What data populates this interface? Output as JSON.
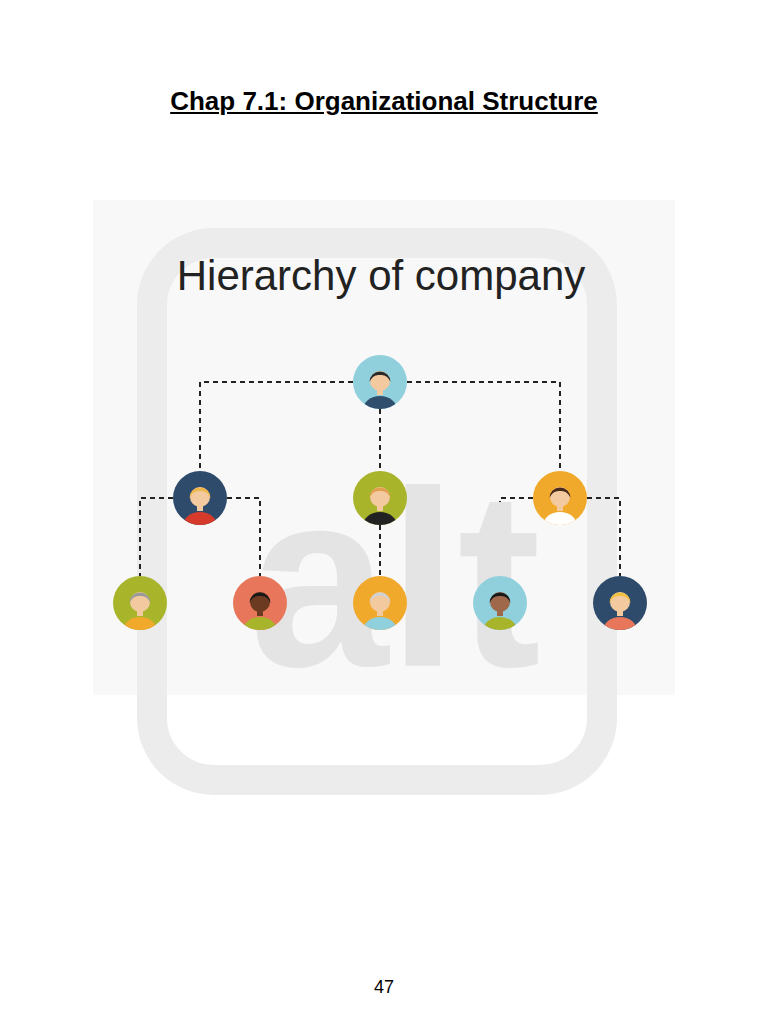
{
  "diagram": {
    "title": "Chap 7.1: Organizational Structure",
    "nodes": [
      {
        "text": []
      },
      {
        "text": []
      },
      {
        "text": []
      },
      {
        "text": []
      },
      {
        "text": []
      },
      {
        "text": []
      },
      {
        "text": []
      },
      {
        "text": []
      },
      {
        "text": []
      }
    ],
    "edges": [
      {
        "from": 0,
        "to": 1,
        "arrow": "none"
      },
      {
        "from": 0,
        "to": 2,
        "arrow": "none"
      },
      {
        "from": 0,
        "to": 3,
        "arrow": "none"
      },
      {
        "from": 1,
        "to": 4,
        "arrow": "none"
      },
      {
        "from": 1,
        "to": 5,
        "arrow": "none"
      },
      {
        "from": 2,
        "to": 6,
        "arrow": "none"
      },
      {
        "from": 3,
        "to": 7,
        "arrow": "none"
      },
      {
        "from": 3,
        "to": 8,
        "arrow": "none"
      }
    ],
    "labels": [
      "Hierarchy of company",
      "alt",
      "47"
    ]
  }
}
